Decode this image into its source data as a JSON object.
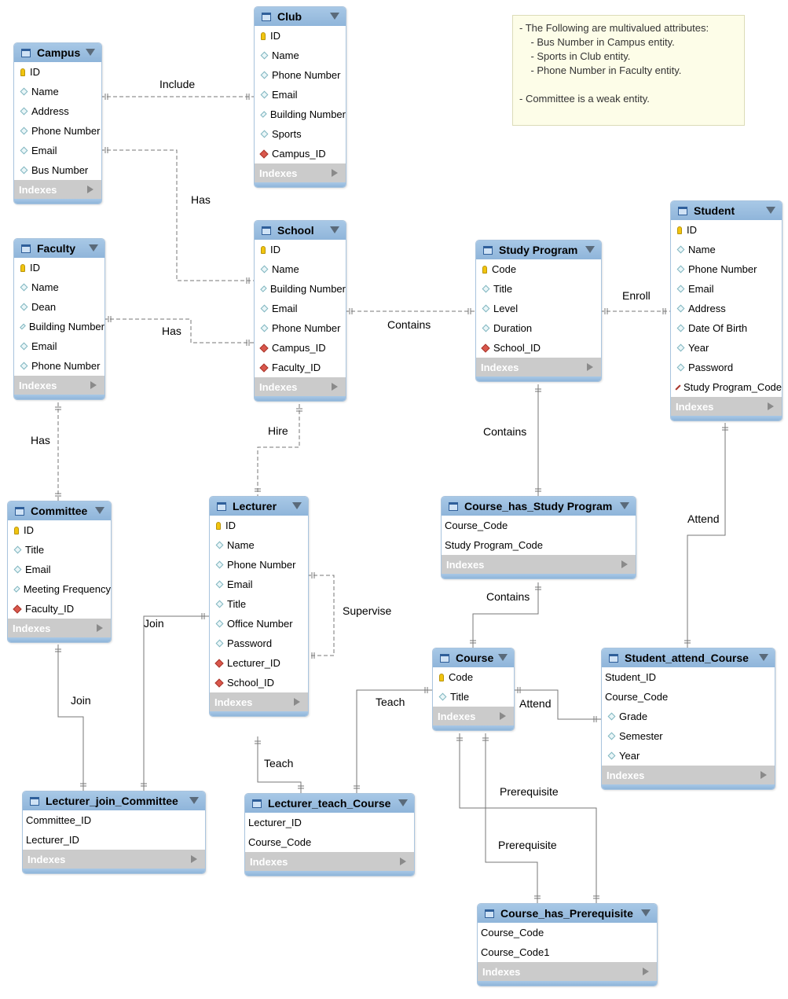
{
  "note": {
    "lines": [
      "- The Following are multivalued attributes:",
      "    - Bus Number in Campus entity.",
      "    - Sports in Club entity.",
      "    - Phone Number in Faculty entity.",
      "",
      "- Committee is a weak entity."
    ]
  },
  "indexes_label": "Indexes",
  "tables": [
    {
      "name": "Campus",
      "columns": [
        {
          "name": "ID",
          "kind": "key"
        },
        {
          "name": "Name",
          "kind": "attr"
        },
        {
          "name": "Address",
          "kind": "attr"
        },
        {
          "name": "Phone Number",
          "kind": "attr"
        },
        {
          "name": "Email",
          "kind": "attr"
        },
        {
          "name": "Bus Number",
          "kind": "attr"
        }
      ]
    },
    {
      "name": "Club",
      "columns": [
        {
          "name": "ID",
          "kind": "key"
        },
        {
          "name": "Name",
          "kind": "attr"
        },
        {
          "name": "Phone Number",
          "kind": "attr"
        },
        {
          "name": "Email",
          "kind": "attr"
        },
        {
          "name": "Building Number",
          "kind": "attr"
        },
        {
          "name": "Sports",
          "kind": "attr"
        },
        {
          "name": "Campus_ID",
          "kind": "fk"
        }
      ]
    },
    {
      "name": "Faculty",
      "columns": [
        {
          "name": "ID",
          "kind": "key"
        },
        {
          "name": "Name",
          "kind": "attr"
        },
        {
          "name": "Dean",
          "kind": "attr"
        },
        {
          "name": "Building Number",
          "kind": "attr"
        },
        {
          "name": "Email",
          "kind": "attr"
        },
        {
          "name": "Phone Number",
          "kind": "attr"
        }
      ]
    },
    {
      "name": "School",
      "columns": [
        {
          "name": "ID",
          "kind": "key"
        },
        {
          "name": "Name",
          "kind": "attr"
        },
        {
          "name": "Building Number",
          "kind": "attr"
        },
        {
          "name": "Email",
          "kind": "attr"
        },
        {
          "name": "Phone Number",
          "kind": "attr"
        },
        {
          "name": "Campus_ID",
          "kind": "fk"
        },
        {
          "name": "Faculty_ID",
          "kind": "fk"
        }
      ]
    },
    {
      "name": "Study Program",
      "columns": [
        {
          "name": "Code",
          "kind": "key"
        },
        {
          "name": "Title",
          "kind": "attr"
        },
        {
          "name": "Level",
          "kind": "attr"
        },
        {
          "name": "Duration",
          "kind": "attr"
        },
        {
          "name": "School_ID",
          "kind": "fk"
        }
      ]
    },
    {
      "name": "Student",
      "columns": [
        {
          "name": "ID",
          "kind": "key"
        },
        {
          "name": "Name",
          "kind": "attr"
        },
        {
          "name": "Phone Number",
          "kind": "attr"
        },
        {
          "name": "Email",
          "kind": "attr"
        },
        {
          "name": "Address",
          "kind": "attr"
        },
        {
          "name": "Date Of Birth",
          "kind": "attr"
        },
        {
          "name": "Year",
          "kind": "attr"
        },
        {
          "name": "Password",
          "kind": "attr"
        },
        {
          "name": "Study Program_Code",
          "kind": "fk"
        }
      ]
    },
    {
      "name": "Committee",
      "columns": [
        {
          "name": "ID",
          "kind": "key"
        },
        {
          "name": "Title",
          "kind": "attr"
        },
        {
          "name": "Email",
          "kind": "attr"
        },
        {
          "name": "Meeting Frequency",
          "kind": "attr"
        },
        {
          "name": "Faculty_ID",
          "kind": "fk"
        }
      ]
    },
    {
      "name": "Lecturer",
      "columns": [
        {
          "name": "ID",
          "kind": "key"
        },
        {
          "name": "Name",
          "kind": "attr"
        },
        {
          "name": "Phone Number",
          "kind": "attr"
        },
        {
          "name": "Email",
          "kind": "attr"
        },
        {
          "name": "Title",
          "kind": "attr"
        },
        {
          "name": "Office Number",
          "kind": "attr"
        },
        {
          "name": "Password",
          "kind": "attr"
        },
        {
          "name": "Lecturer_ID",
          "kind": "fk"
        },
        {
          "name": "School_ID",
          "kind": "fk"
        }
      ]
    },
    {
      "name": "Course_has_Study Program",
      "columns": [
        {
          "name": "Course_Code",
          "kind": "plain"
        },
        {
          "name": "Study Program_Code",
          "kind": "plain"
        }
      ]
    },
    {
      "name": "Course",
      "columns": [
        {
          "name": "Code",
          "kind": "key"
        },
        {
          "name": "Title",
          "kind": "attr"
        }
      ]
    },
    {
      "name": "Student_attend_Course",
      "columns": [
        {
          "name": "Student_ID",
          "kind": "plain"
        },
        {
          "name": "Course_Code",
          "kind": "plain"
        },
        {
          "name": "Grade",
          "kind": "attr"
        },
        {
          "name": "Semester",
          "kind": "attr"
        },
        {
          "name": "Year",
          "kind": "attr"
        }
      ]
    },
    {
      "name": "Lecturer_join_Committee",
      "columns": [
        {
          "name": "Committee_ID",
          "kind": "plain"
        },
        {
          "name": "Lecturer_ID",
          "kind": "plain"
        }
      ]
    },
    {
      "name": "Lecturer_teach_Course",
      "columns": [
        {
          "name": "Lecturer_ID",
          "kind": "plain"
        },
        {
          "name": "Course_Code",
          "kind": "plain"
        }
      ]
    },
    {
      "name": "Course_has_Prerequisite",
      "columns": [
        {
          "name": "Course_Code",
          "kind": "plain"
        },
        {
          "name": "Course_Code1",
          "kind": "plain"
        }
      ]
    }
  ],
  "relationships": [
    {
      "label": "Include",
      "from": "Campus",
      "to": "Club"
    },
    {
      "label": "Has",
      "from": "Campus",
      "to": "School"
    },
    {
      "label": "Has",
      "from": "Faculty",
      "to": "School"
    },
    {
      "label": "Contains",
      "from": "School",
      "to": "Study Program"
    },
    {
      "label": "Enroll",
      "from": "Study Program",
      "to": "Student"
    },
    {
      "label": "Has",
      "from": "Faculty",
      "to": "Committee"
    },
    {
      "label": "Hire",
      "from": "School",
      "to": "Lecturer"
    },
    {
      "label": "Supervise",
      "from": "Lecturer",
      "to": "Lecturer"
    },
    {
      "label": "Contains",
      "from": "Study Program",
      "to": "Course_has_Study Program"
    },
    {
      "label": "Contains",
      "from": "Course_has_Study Program",
      "to": "Course"
    },
    {
      "label": "Attend",
      "from": "Student",
      "to": "Student_attend_Course"
    },
    {
      "label": "Attend",
      "from": "Course",
      "to": "Student_attend_Course"
    },
    {
      "label": "Join",
      "from": "Lecturer",
      "to": "Lecturer_join_Committee"
    },
    {
      "label": "Join",
      "from": "Committee",
      "to": "Lecturer_join_Committee"
    },
    {
      "label": "Teach",
      "from": "Course",
      "to": "Lecturer_teach_Course"
    },
    {
      "label": "Teach",
      "from": "Lecturer",
      "to": "Lecturer_teach_Course"
    },
    {
      "label": "Prerequisite",
      "from": "Course",
      "to": "Course_has_Prerequisite"
    },
    {
      "label": "Prerequisite",
      "from": "Course",
      "to": "Course_has_Prerequisite"
    }
  ]
}
